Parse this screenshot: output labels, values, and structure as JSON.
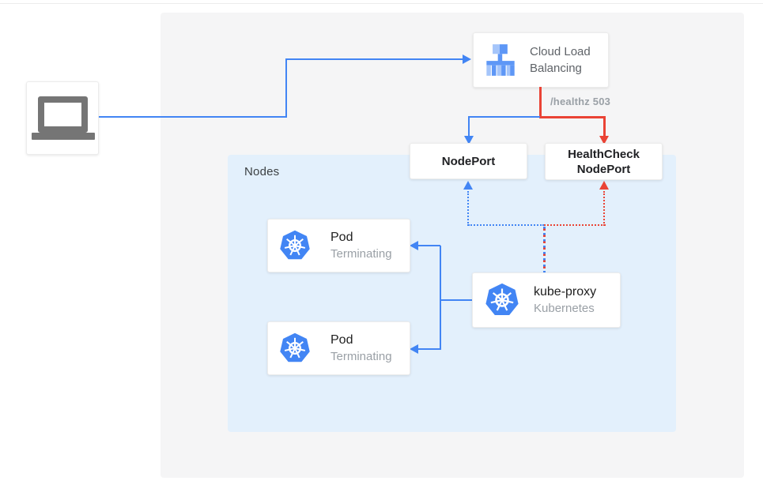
{
  "colors": {
    "blue": "#4285f4",
    "red": "#ea4335",
    "panel_gray": "#f5f5f6",
    "nodes_blue": "#e3f0fc",
    "icon_gray": "#757575",
    "muted_text": "#9aa0a6"
  },
  "client": {
    "icon": "laptop-icon"
  },
  "cloud_lb": {
    "line1": "Cloud Load",
    "line2": "Balancing",
    "icon": "load-balancer-icon"
  },
  "healthz": {
    "label": "/healthz 503"
  },
  "nodes_panel": {
    "label": "Nodes"
  },
  "nodeport": {
    "label": "NodePort"
  },
  "healthcheck_nodeport": {
    "line1": "HealthCheck",
    "line2": "NodePort"
  },
  "pods": [
    {
      "title": "Pod",
      "status": "Terminating",
      "icon": "kubernetes-icon"
    },
    {
      "title": "Pod",
      "status": "Terminating",
      "icon": "kubernetes-icon"
    }
  ],
  "kube_proxy": {
    "title": "kube-proxy",
    "subtitle": "Kubernetes",
    "icon": "kubernetes-icon"
  }
}
